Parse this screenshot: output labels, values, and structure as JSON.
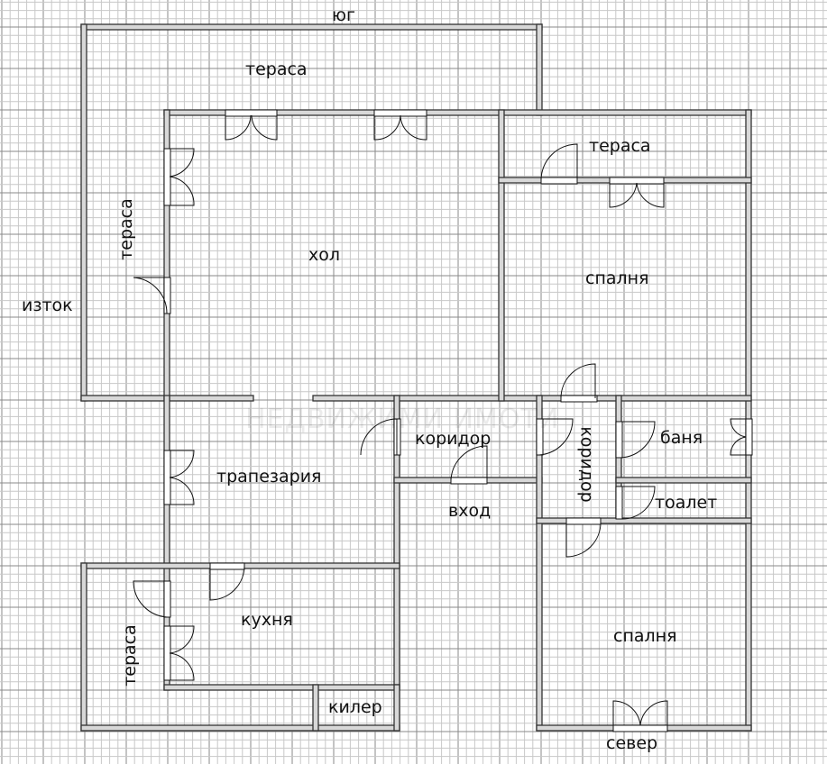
{
  "compass": {
    "south": "юг",
    "east": "изток",
    "north": "север"
  },
  "rooms": {
    "terrace_top": "тераса",
    "terrace_right": "тераса",
    "terrace_left": "тераса",
    "terrace_bottom_left": "тераса",
    "hall": "хол",
    "bedroom_1": "спалня",
    "corridor_1": "коридор",
    "corridor_2": "коридор",
    "bathroom": "баня",
    "toilet": "тоалет",
    "entrance": "вход",
    "dining": "трапезария",
    "kitchen": "кухня",
    "pantry": "килер",
    "bedroom_2": "спалня"
  },
  "watermark": "НЕДВИЖИМИ ИМОТИ",
  "colors": {
    "grid_minor": "#c8c8c8",
    "grid_major": "#8a8a8a",
    "wall": "#333333",
    "wall_fill": "#d8d8d8"
  }
}
